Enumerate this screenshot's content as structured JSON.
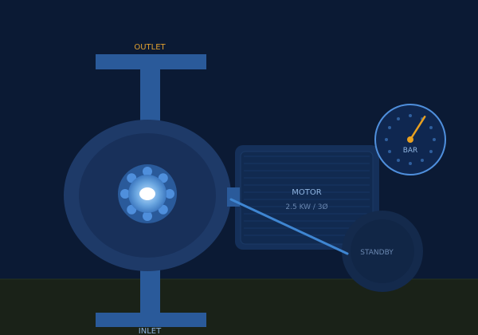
{
  "labels": {
    "outlet": "OUTLET",
    "inlet": "INLET",
    "motor_name": "MOTOR",
    "motor_spec": "2.5 KW / 3Ø",
    "status": "STANDBY",
    "gauge_unit": "BAR"
  },
  "gauge": {
    "tick_count": 12,
    "needle_fraction": 0.62
  },
  "impeller": {
    "blade_count": 8
  },
  "colors": {
    "background": "#0b1a34",
    "floor": "#1a2218",
    "pipe": "#2a5a9a",
    "volute_outer": "#1e3a68",
    "volute_inner": "#18305a",
    "motor_body": "#15305a",
    "motor_face": "#112a50",
    "impeller_glow": "#6aa6e0",
    "impeller_core": "#ffffff",
    "shaft": "#3f86d2",
    "gauge_ring": "#4f8fdc",
    "gauge_face": "#0f2750",
    "gauge_needle": "#e8a020",
    "status_ring": "#142a4c",
    "label_gold": "#e0a030",
    "label_blue": "#8fb4e0",
    "label_dim": "#6a87b0"
  }
}
